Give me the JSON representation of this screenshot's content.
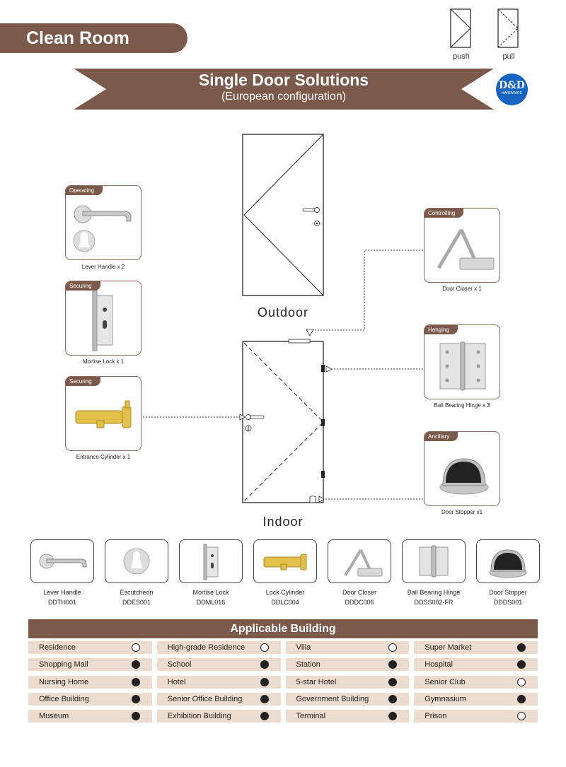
{
  "header": {
    "title": "Clean Room"
  },
  "legend": {
    "push": "push",
    "pull": "pull"
  },
  "banner": {
    "title": "Single Door Solutions",
    "subtitle": "(European configuration)"
  },
  "logo": {
    "name": "D&D",
    "sub": "HARDWARE"
  },
  "doors": {
    "outdoor": "Outdoor",
    "indoor": "Indoor"
  },
  "cards": {
    "operating": {
      "tag": "Operating",
      "caption": "Lever Handle x 2"
    },
    "securing_lock": {
      "tag": "Securing",
      "caption": "Mortise Lock x 1"
    },
    "securing_cyl": {
      "tag": "Securing",
      "caption": "Entrance Cylinder x 1"
    },
    "controlling": {
      "tag": "Controlling",
      "caption": "Door Closer x 1"
    },
    "hanging": {
      "tag": "Hanging",
      "caption": "Ball Bearing Hinge x 3"
    },
    "ancillary": {
      "tag": "Ancillary",
      "caption": "Door Stopper x1"
    }
  },
  "products": [
    {
      "name": "Lever Handle",
      "code": "DDTH001"
    },
    {
      "name": "Escutcheon",
      "code": "DDES001"
    },
    {
      "name": "Mortise Lock",
      "code": "DDML016"
    },
    {
      "name": "Lock Cylinder",
      "code": "DDLC004"
    },
    {
      "name": "Door Closer",
      "code": "DDDC006"
    },
    {
      "name": "Ball Bearing Hinge",
      "code": "DDSS002-FR"
    },
    {
      "name": "Door Stopper",
      "code": "DDDS001"
    }
  ],
  "applicable": {
    "title": "Applicable Building",
    "rows": [
      [
        {
          "label": "Residence",
          "on": false
        },
        {
          "label": "High-grade Residence",
          "on": false
        },
        {
          "label": "Vliia",
          "on": false
        },
        {
          "label": "Super Market",
          "on": true
        }
      ],
      [
        {
          "label": "Shopping Mall",
          "on": true
        },
        {
          "label": "School",
          "on": true
        },
        {
          "label": "Station",
          "on": true
        },
        {
          "label": "Hospital",
          "on": true
        }
      ],
      [
        {
          "label": "Nursing Home",
          "on": true
        },
        {
          "label": "Hotel",
          "on": true
        },
        {
          "label": "5-star Hotel",
          "on": true
        },
        {
          "label": "Senior Club",
          "on": false
        }
      ],
      [
        {
          "label": "Office Building",
          "on": true
        },
        {
          "label": "Senior Office Building",
          "on": true
        },
        {
          "label": "Government Building",
          "on": true
        },
        {
          "label": "Gymnasium",
          "on": true
        }
      ],
      [
        {
          "label": "Museum",
          "on": true
        },
        {
          "label": "Exhibition Building",
          "on": true
        },
        {
          "label": "Terminal",
          "on": true
        },
        {
          "label": "Prison",
          "on": false
        }
      ]
    ]
  }
}
